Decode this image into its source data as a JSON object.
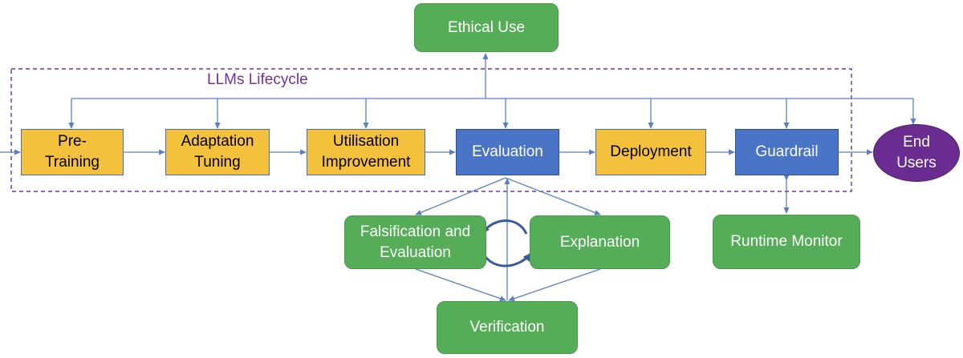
{
  "lifecycle": {
    "label": "LLMs Lifecycle"
  },
  "nodes": {
    "ethical_use": "Ethical Use",
    "pre_training": "Pre-\nTraining",
    "adaptation_tuning": "Adaptation\nTuning",
    "utilisation_improvement": "Utilisation\nImprovement",
    "evaluation": "Evaluation",
    "deployment": "Deployment",
    "guardrail": "Guardrail",
    "end_users": "End\nUsers",
    "falsification": "Falsification and\nEvaluation",
    "explanation": "Explanation",
    "runtime_monitor": "Runtime Monitor",
    "verification": "Verification"
  },
  "colors": {
    "green": "#55ad58",
    "yellow": "#f4c13d",
    "blue": "#4a74c6",
    "purple": "#6b2c91",
    "arrow": "#5b7fc4",
    "dash": "#7030a0"
  }
}
